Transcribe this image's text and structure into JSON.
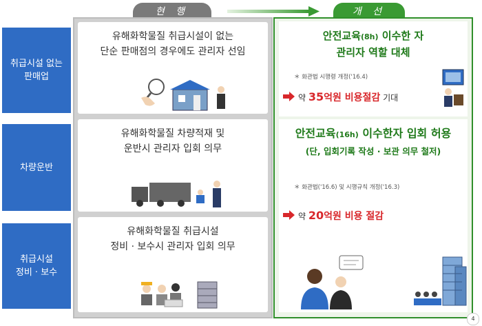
{
  "tabs": {
    "current": "현 행",
    "improved": "개 선"
  },
  "categories": [
    "취급시설 없는\n판매업",
    "차량운반",
    "취급시설\n정비 · 보수"
  ],
  "current_rows": [
    [
      "유해화학물질 취급시설이 없는",
      "단순 판매점의 경우에도 관리자 선임"
    ],
    [
      "유해화학물질 차량적재 및",
      "운반시 관리자 입회 의무"
    ],
    [
      "유해화학물질 취급시설",
      "정비 · 보수시 관리자 입회 의무"
    ]
  ],
  "improved": {
    "first": {
      "headline_1_pre": "안전교육",
      "headline_1_small": "(8h)",
      "headline_1_post": " 이수한 자",
      "headline_2": "관리자 역할 대체",
      "note": "＊ 화관법 시행령 개정('16.4)",
      "saving_pre": "약 ",
      "saving_num": "35",
      "saving_mid": "억원 비용절감",
      "saving_post": " 기대"
    },
    "second": {
      "headline_1_pre": "안전교육",
      "headline_1_small": "(16h)",
      "headline_1_post": " 이수한자 입회 허용",
      "headline_2": "(단, 입회기록 작성 · 보관 의무 철저)",
      "note": "＊ 화관법('16.6) 및 시행규칙 개정('16.3)",
      "saving_pre": "약 ",
      "saving_num": "20",
      "saving_mid": "억원 비용 절감"
    }
  },
  "page_number": "4",
  "colors": {
    "category_blue": "#2f6cc4",
    "green": "#2f8f2a",
    "red": "#d8272b",
    "gray_tab": "#7a7a7a"
  }
}
